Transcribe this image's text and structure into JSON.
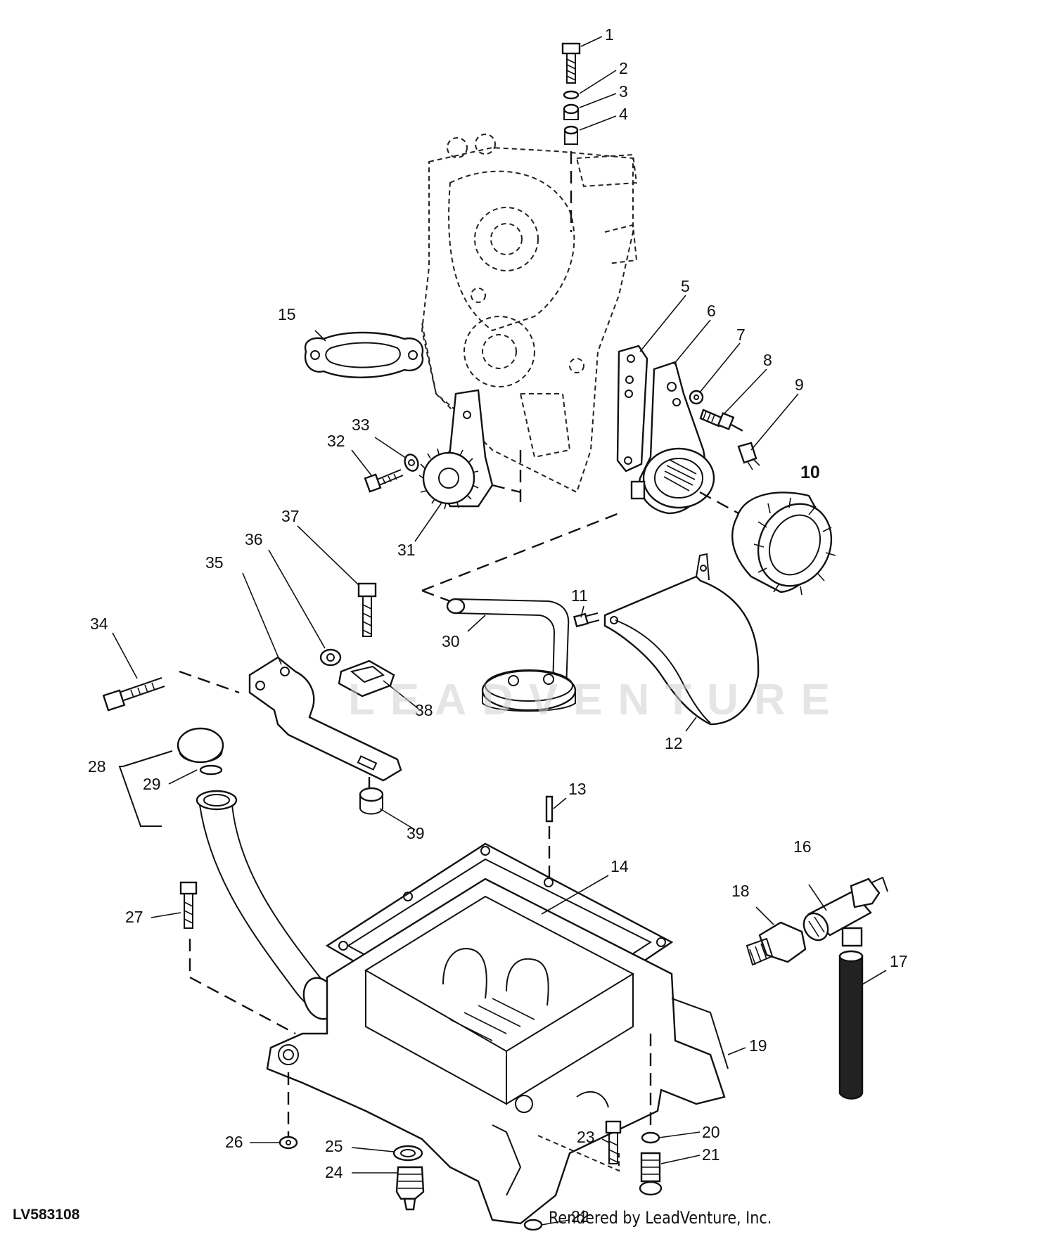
{
  "figure": {
    "id_label": "LV583108",
    "credit": "Rendered by LeadVenture, Inc.",
    "watermark": "LEADVENTURE"
  },
  "callouts": [
    {
      "n": "1"
    },
    {
      "n": "2"
    },
    {
      "n": "3"
    },
    {
      "n": "4"
    },
    {
      "n": "5"
    },
    {
      "n": "6"
    },
    {
      "n": "7"
    },
    {
      "n": "8"
    },
    {
      "n": "9"
    },
    {
      "n": "10"
    },
    {
      "n": "11"
    },
    {
      "n": "12"
    },
    {
      "n": "13"
    },
    {
      "n": "14"
    },
    {
      "n": "15"
    },
    {
      "n": "16"
    },
    {
      "n": "17"
    },
    {
      "n": "18"
    },
    {
      "n": "19"
    },
    {
      "n": "20"
    },
    {
      "n": "21"
    },
    {
      "n": "22"
    },
    {
      "n": "23"
    },
    {
      "n": "24"
    },
    {
      "n": "25"
    },
    {
      "n": "26"
    },
    {
      "n": "27"
    },
    {
      "n": "28"
    },
    {
      "n": "29"
    },
    {
      "n": "30"
    },
    {
      "n": "31"
    },
    {
      "n": "32"
    },
    {
      "n": "33"
    },
    {
      "n": "34"
    },
    {
      "n": "35"
    },
    {
      "n": "36"
    },
    {
      "n": "37"
    },
    {
      "n": "38"
    },
    {
      "n": "39"
    }
  ]
}
